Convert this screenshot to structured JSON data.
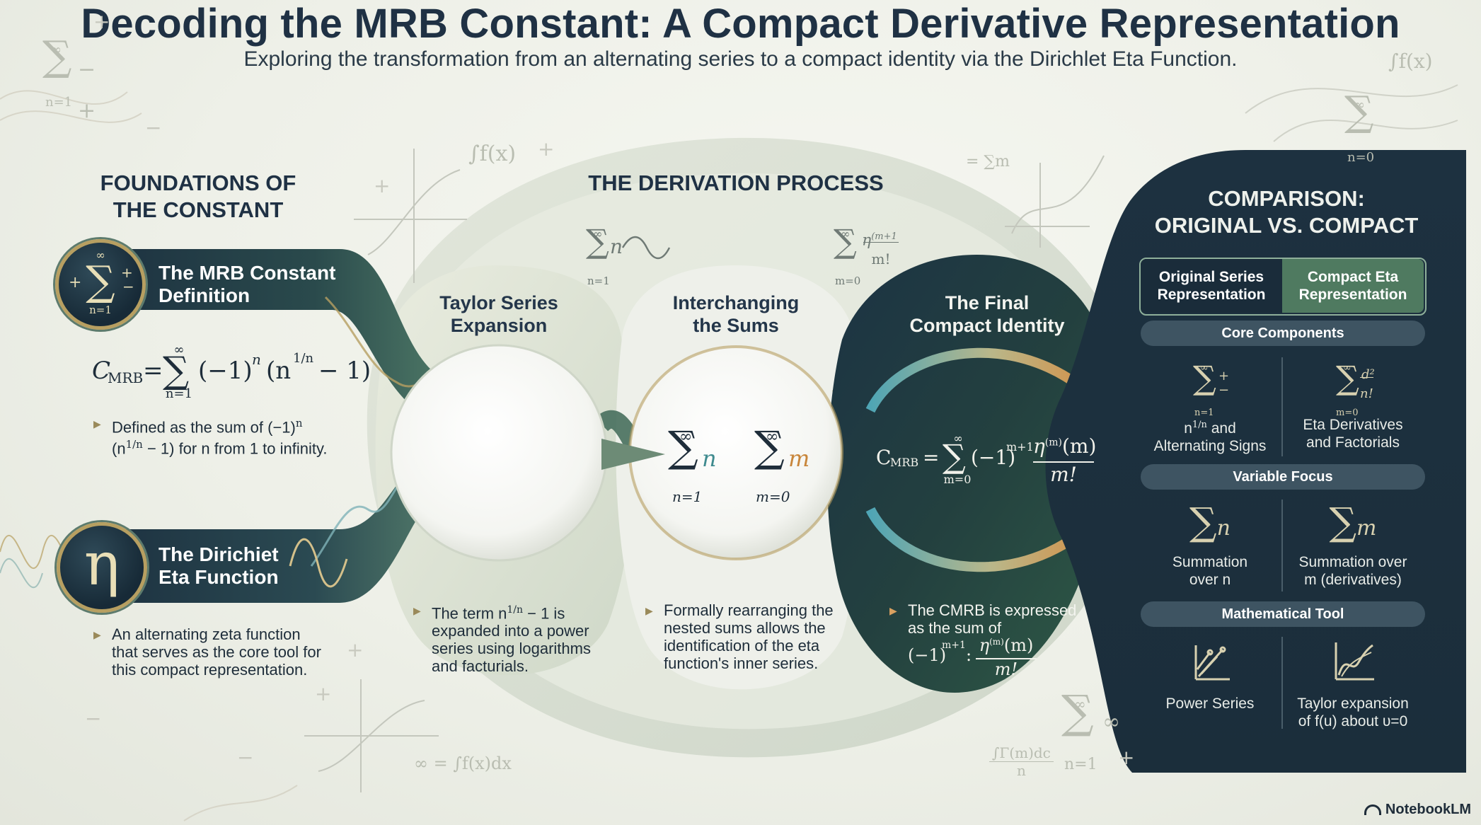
{
  "title": "Decoding the MRB Constant: A Compact Derivative Representation",
  "subtitle": "Exploring the transformation from an alternating series to a compact identity via the Dirichlet Eta Function.",
  "foundations": {
    "heading": [
      "FOUNDATIONS OF",
      "THE CONSTANT"
    ],
    "mrb": {
      "label": [
        "The MRB Constant",
        "Definition"
      ],
      "icon_upper": "∞",
      "icon_lower": "n=1",
      "icon_signs": [
        "+",
        "−"
      ],
      "formula": {
        "lhs": "C",
        "sub": "MRB",
        "eq": "=",
        "sum_upper": "∞",
        "sum_lower": "n=1",
        "term1": "(−1)",
        "exp_n": "n",
        "term2a": "(n",
        "exp_1n": "1/n",
        "term2b": " − 1)"
      },
      "bullet": [
        "Defined as the sum of (−1)",
        "(n",
        " − 1) for n from 1 to infinity."
      ],
      "bullet_sup": [
        "n",
        "1/n"
      ]
    },
    "eta": {
      "label": [
        "The Dirichiet",
        "Eta Function"
      ],
      "icon_symbol": "η",
      "bullet": [
        "An alternating zeta function",
        "that serves as the core tool for",
        "this compact representation."
      ]
    }
  },
  "derivation": {
    "heading": "THE DERIVATION PROCESS",
    "taylor": {
      "title": [
        "Taylor Series",
        "Expansion"
      ],
      "text_lines": [
        "The term n",
        " − 1 is",
        "expanded into a power",
        "series using logarithms",
        "and facturials."
      ],
      "text_sup": "1/n"
    },
    "interchange": {
      "title": [
        "Interchanging",
        "the Sums"
      ],
      "sum_n": {
        "upper": "∞",
        "lower": "n=1",
        "var": "n"
      },
      "sum_m": {
        "upper": "∞",
        "lower": "m=0",
        "var": "m"
      },
      "text_lines": [
        "Formally rearranging the",
        "nested sums allows the",
        "identification of the eta",
        "function's inner series."
      ]
    },
    "final": {
      "title": [
        "The Final",
        "Compact Identity"
      ],
      "formula": {
        "lhs": "C",
        "sub": "MRB",
        "eq": "=",
        "sum_upper": "∞",
        "sum_lower": "m=0",
        "sign": "(−1)",
        "sign_exp": "m+1",
        "num": "η",
        "num_exp": "(m)",
        "num_arg": "(m)",
        "den": "m!"
      },
      "text_lines": [
        "The CMRB is expressed",
        "as the sum of"
      ],
      "text_formula": {
        "sign": "(−1)",
        "sign_exp": "m+1",
        "num": "η",
        "num_exp": "(m)",
        "num_arg": "(m)",
        "den": "m!"
      }
    },
    "decor": {
      "sum_n_wave": {
        "upper": "∞",
        "lower": "n=1",
        "var": "n"
      },
      "sum_eta": {
        "upper": "∞",
        "lower": "m=0",
        "num": "η",
        "num_exp": "(m+1",
        "den": "m!"
      }
    }
  },
  "comparison": {
    "heading": [
      "COMPARISON:",
      "ORIGINAL VS. COMPACT"
    ],
    "col_left": [
      "Original Series",
      "Representation"
    ],
    "col_right": [
      "Compact Eta",
      "Representation"
    ],
    "sections": [
      {
        "pill": "Core Components",
        "left": {
          "icon_upper": "∞",
          "icon_lower": "n=1",
          "icon_extra": [
            "+",
            "−"
          ],
          "text": [
            "n",
            " and",
            "Alternating Signs"
          ],
          "text_sup": "1/n"
        },
        "right": {
          "icon_upper": "∞",
          "icon_lower": "m=0",
          "icon_extra": [
            "d²",
            "n!"
          ],
          "text": [
            "Eta Derivatives",
            "and Factorials"
          ]
        }
      },
      {
        "pill": "Variable Focus",
        "left": {
          "icon_var": "n",
          "text": [
            "Summation",
            "over n"
          ]
        },
        "right": {
          "icon_var": "m",
          "text": [
            "Summation over",
            "m (derivatives)"
          ]
        }
      },
      {
        "pill": "Mathematical Tool",
        "left": {
          "icon": "power-series-plot-icon",
          "text": [
            "Power Series"
          ]
        },
        "right": {
          "icon": "taylor-curve-icon",
          "text": [
            "Taylor expansion",
            "of f(u) about υ=0"
          ]
        }
      }
    ]
  },
  "decorations": {
    "int_fx": "∫f(x)",
    "inf_eq_int": "∞ = ∫f(x)dx",
    "int_frac_num": "∫Γ(m)dc",
    "int_frac_den": "n",
    "eq_sum_m": "= ∑m",
    "sum_big": {
      "upper": "∞",
      "lower": "n=1",
      "tail": "∞"
    },
    "sum_topleft": {
      "upper": "∞",
      "lower": "n=1",
      "tail": "−+"
    },
    "sum_topright": {
      "upper": "∞",
      "lower": "n=0"
    },
    "int_topright": "∫f(x)"
  },
  "brand": "NotebookLM",
  "colors": {
    "navy": "#1a2d3c",
    "green": "#5a7d60",
    "gold": "#c89a4a",
    "teal": "#5aa3b0",
    "orange": "#d98a3c"
  }
}
